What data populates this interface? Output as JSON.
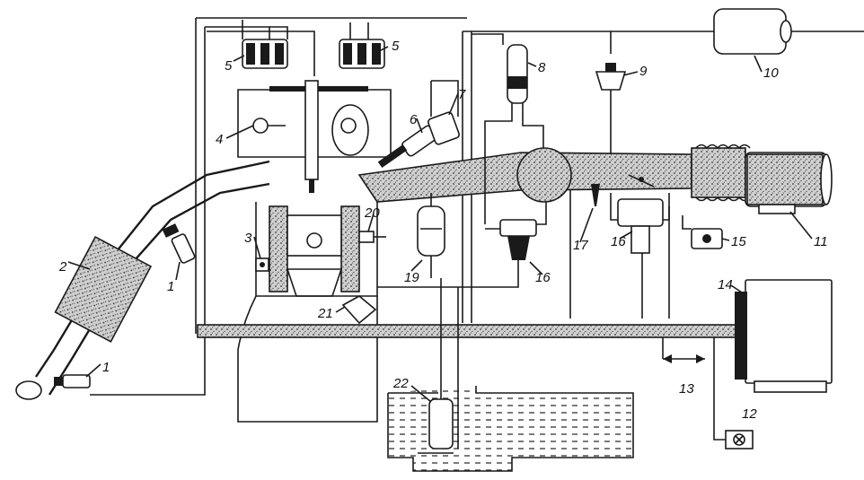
{
  "labels": {
    "l1a": "1",
    "l1b": "1",
    "l2": "2",
    "l3": "3",
    "l4": "4",
    "l5a": "5",
    "l5b": "5",
    "l6": "6",
    "l7": "7",
    "l8": "8",
    "l9": "9",
    "l10": "10",
    "l11": "11",
    "l12": "12",
    "l13": "13",
    "l14": "14",
    "l15": "15",
    "l16a": "16",
    "l16b": "16",
    "l17": "17",
    "l19": "19",
    "l20": "20",
    "l21": "21",
    "l22": "22"
  }
}
